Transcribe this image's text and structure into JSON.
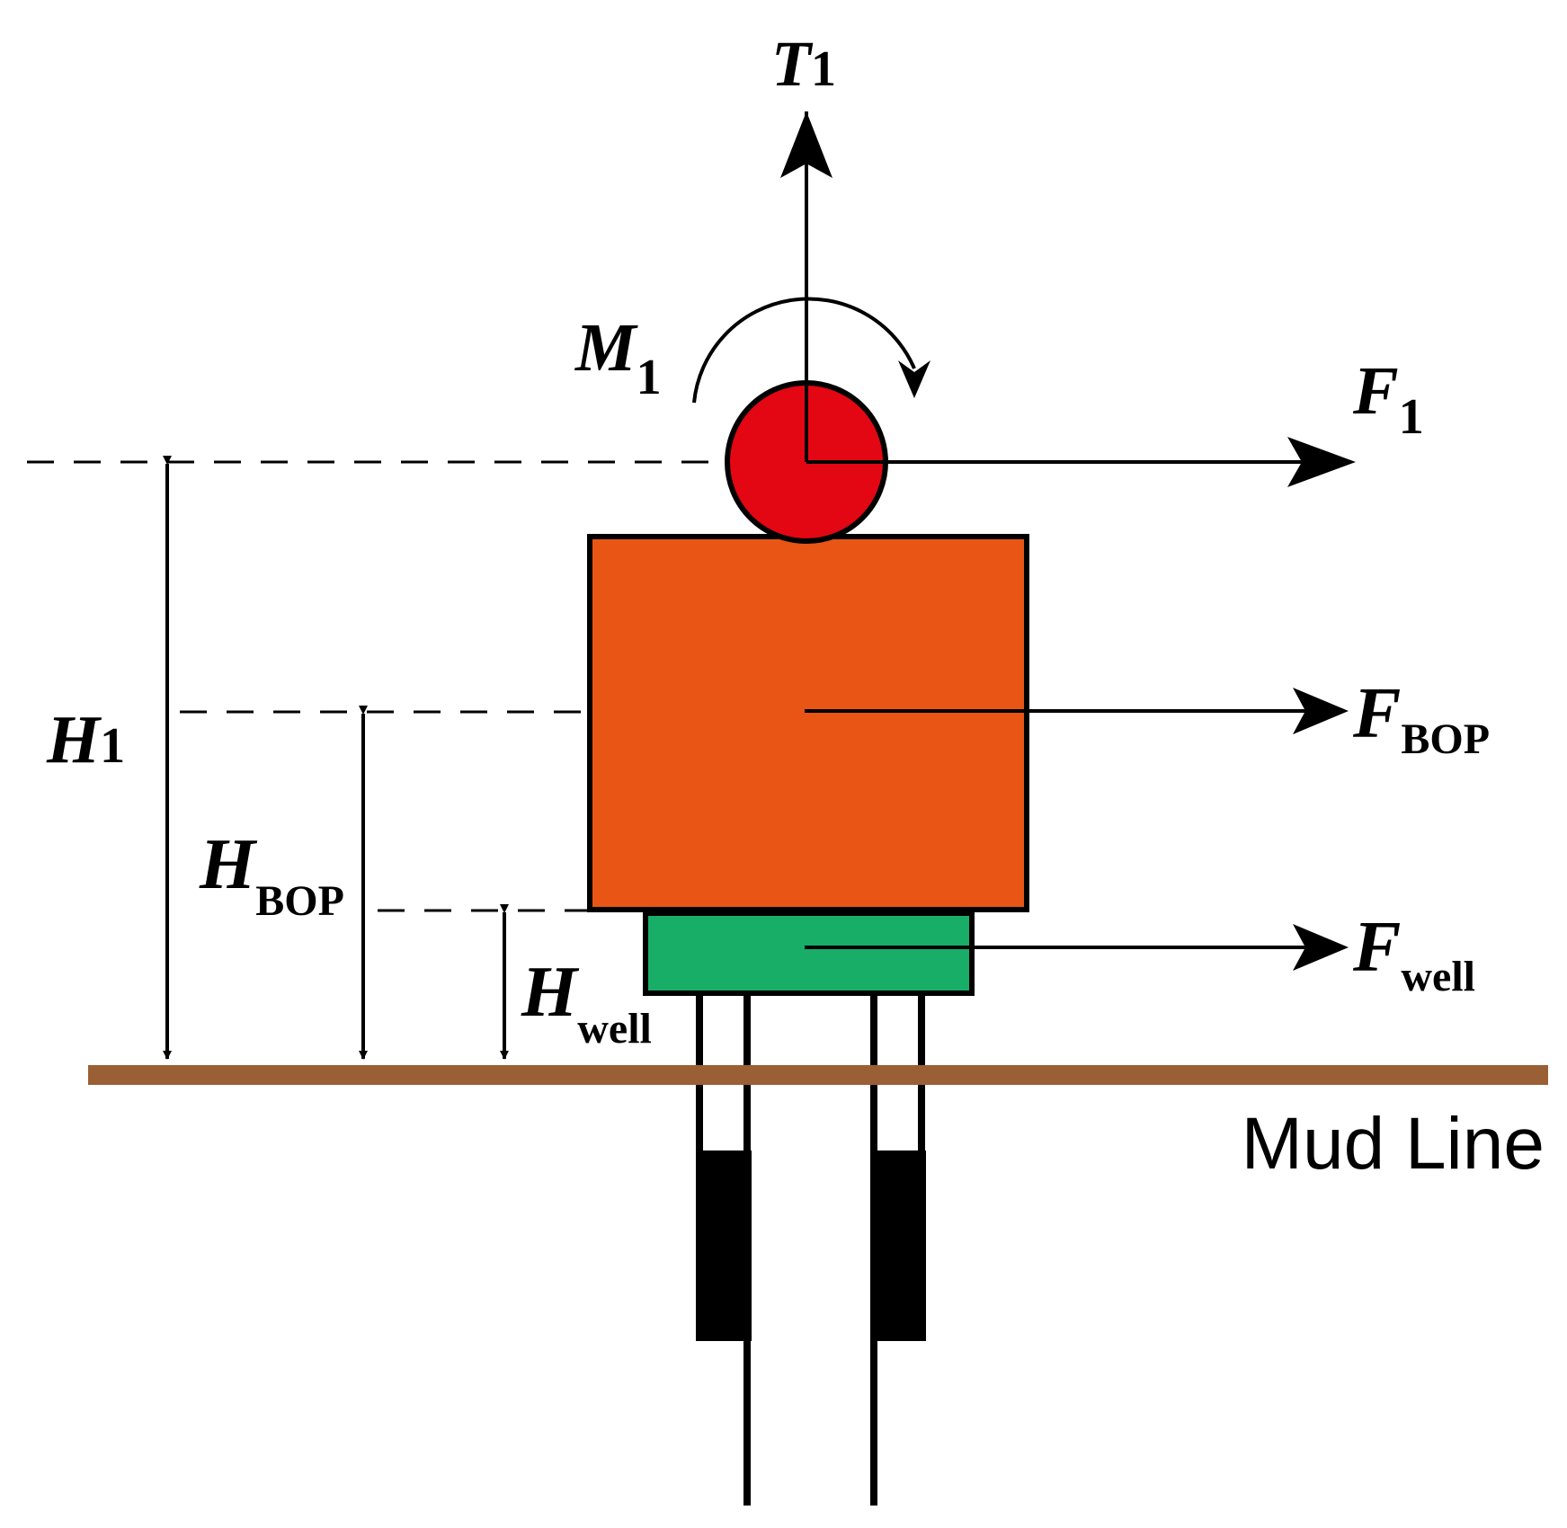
{
  "colors": {
    "joint": "#e30613",
    "bop": "#e85515",
    "wellhead": "#19ae68",
    "mudline": "#9a5f34",
    "line": "#000000"
  },
  "labels": {
    "T1": {
      "main": "T",
      "sub": "1"
    },
    "M1": {
      "main": "M",
      "sub": "1"
    },
    "F1": {
      "main": "F",
      "sub": "1"
    },
    "FBOP": {
      "main": "F",
      "sub": "BOP"
    },
    "Fwell": {
      "main": "F",
      "sub": "well"
    },
    "H1": {
      "main": "H",
      "sub": "1"
    },
    "HBOP": {
      "main": "H",
      "sub": "BOP"
    },
    "Hwell": {
      "main": "H",
      "sub": "well"
    },
    "mudline": "Mud Line"
  }
}
